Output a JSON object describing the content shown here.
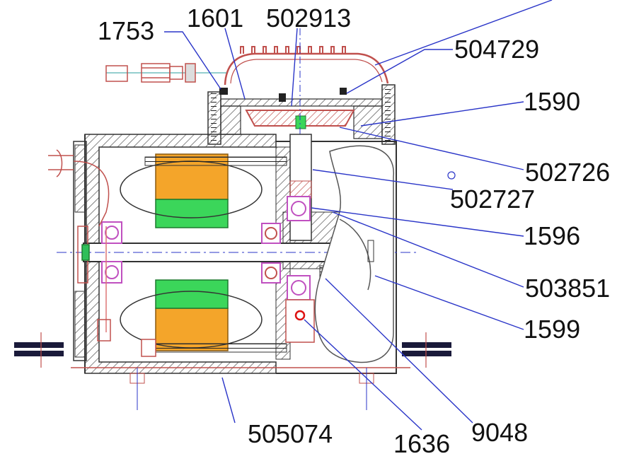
{
  "callouts": [
    {
      "id": "c-1753",
      "label": "1753"
    },
    {
      "id": "c-1601",
      "label": "1601"
    },
    {
      "id": "c-502913",
      "label": "502913"
    },
    {
      "id": "c-504729",
      "label": "504729"
    },
    {
      "id": "c-1590",
      "label": "1590"
    },
    {
      "id": "c-502726",
      "label": "502726"
    },
    {
      "id": "c-502727",
      "label": "502727"
    },
    {
      "id": "c-1596",
      "label": "1596"
    },
    {
      "id": "c-503851",
      "label": "503851"
    },
    {
      "id": "c-1599",
      "label": "1599"
    },
    {
      "id": "c-505074",
      "label": "505074"
    },
    {
      "id": "c-1636",
      "label": "1636"
    },
    {
      "id": "c-9048",
      "label": "9048"
    }
  ],
  "colors": {
    "line": "#c0504d",
    "outline": "#7a2a2a",
    "leader": "#2a35c8",
    "coil": "#f4a52a",
    "magnet": "#3bd65a",
    "bearing": "#c050c0",
    "hatch": "#555555",
    "text": "#111111"
  }
}
